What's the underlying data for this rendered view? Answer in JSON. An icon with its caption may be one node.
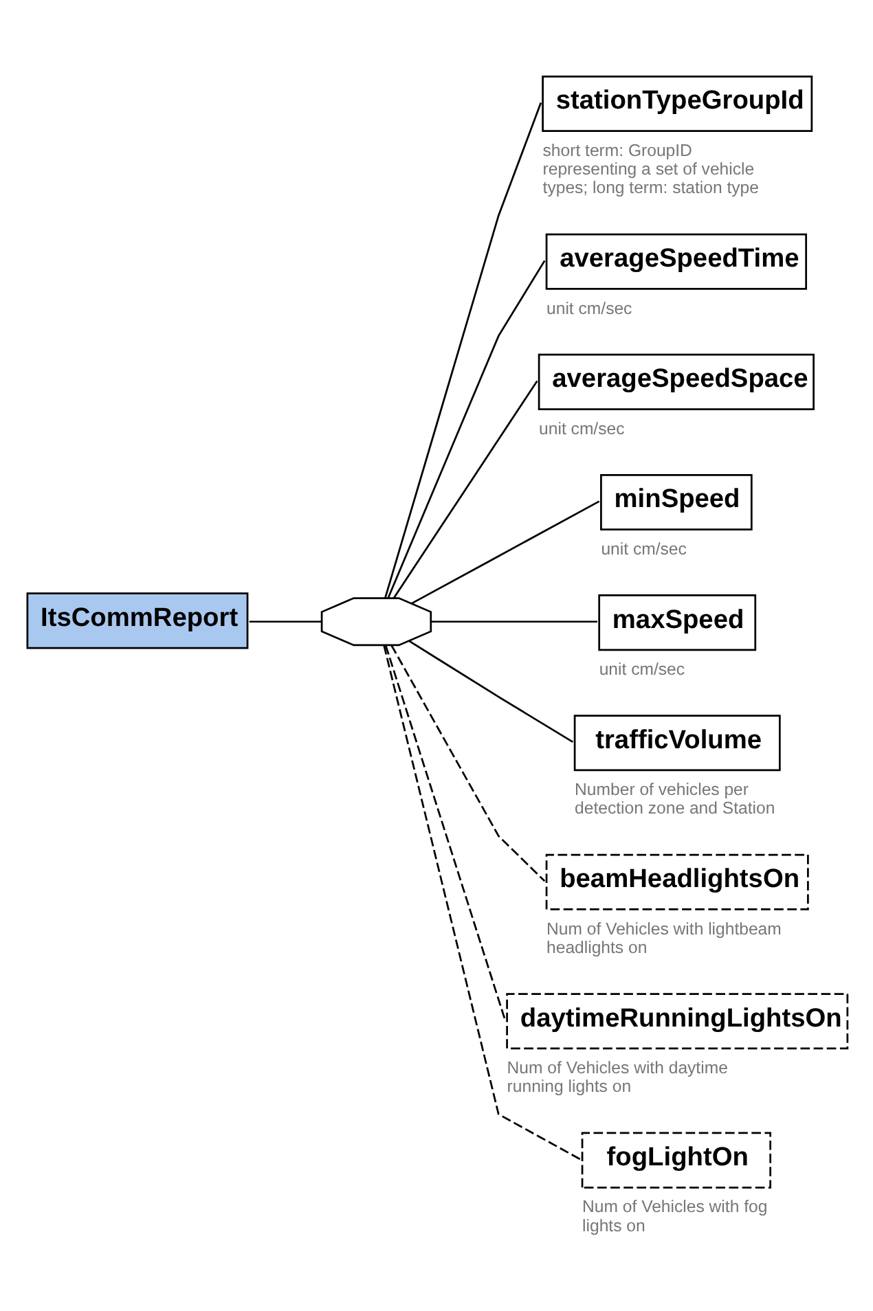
{
  "diagram": {
    "nodes": [
      {
        "text": [
          "ItsCommReport"
        ]
      },
      {
        "text": [],
        "shape": "octagon"
      },
      {
        "text": [
          "stationTypeGroupId"
        ],
        "beside": [
          "short term: GroupID representing a set of vehicle types; long term: station type"
        ]
      },
      {
        "text": [
          "averageSpeedTime"
        ],
        "beside": [
          "unit cm/sec"
        ]
      },
      {
        "text": [
          "averageSpeedSpace"
        ],
        "beside": [
          "unit cm/sec"
        ]
      },
      {
        "text": [
          "minSpeed"
        ],
        "beside": [
          "unit cm/sec"
        ]
      },
      {
        "text": [
          "maxSpeed"
        ],
        "beside": [
          "unit cm/sec"
        ]
      },
      {
        "text": [
          "trafficVolume"
        ],
        "beside": [
          "Number of vehicles per detection zone and Station"
        ]
      },
      {
        "text": [
          "beamHeadlightsOn"
        ],
        "beside": [
          "Num of Vehicles with lightbeam headlights on"
        ]
      },
      {
        "text": [
          "daytimeRunningLightsOn"
        ],
        "beside": [
          "Num of Vehicles with daytime running lights on"
        ]
      },
      {
        "text": [
          "fogLightOn"
        ],
        "beside": [
          "Num of Vehicles with fog lights on"
        ]
      }
    ],
    "edges": [
      {
        "from": 0,
        "to": 1,
        "arrow": "none"
      },
      {
        "from": 1,
        "to": 2,
        "arrow": "none"
      },
      {
        "from": 1,
        "to": 3,
        "arrow": "none"
      },
      {
        "from": 1,
        "to": 4,
        "arrow": "none"
      },
      {
        "from": 1,
        "to": 5,
        "arrow": "none"
      },
      {
        "from": 1,
        "to": 6,
        "arrow": "none"
      },
      {
        "from": 1,
        "to": 7,
        "arrow": "none"
      },
      {
        "from": 1,
        "to": 8,
        "arrow": "none",
        "style": "dashed"
      },
      {
        "from": 1,
        "to": 9,
        "arrow": "none",
        "style": "dashed"
      },
      {
        "from": 1,
        "to": 10,
        "arrow": "none",
        "style": "dashed"
      }
    ]
  }
}
